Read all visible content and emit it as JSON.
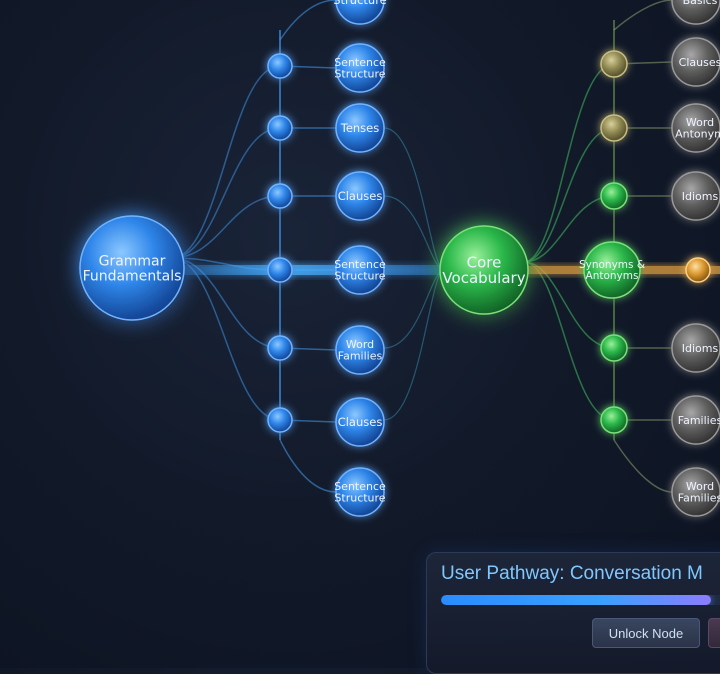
{
  "colors": {
    "blue": "#3b8cf0",
    "green": "#2fbf4f",
    "olive": "#a39a5c",
    "gray": "#6c6c6c",
    "amber": "#e0a040"
  },
  "graph": {
    "hubs": [
      {
        "id": "grammar",
        "label": [
          "Grammar",
          "Fundamentals"
        ],
        "color": "blue"
      },
      {
        "id": "vocab",
        "label": [
          "Core",
          "Vocabulary"
        ],
        "color": "green"
      }
    ],
    "grammar_branches": [
      {
        "label": [
          "Structure"
        ]
      },
      {
        "label": [
          "Sentence",
          "Structure"
        ]
      },
      {
        "label": [
          "Tenses"
        ]
      },
      {
        "label": [
          "Clauses"
        ]
      },
      {
        "label": [
          "Sentence",
          "Structure"
        ]
      },
      {
        "label": [
          "Word",
          "Families"
        ]
      },
      {
        "label": [
          "Clauses"
        ]
      },
      {
        "label": [
          "Sentence",
          "Structure"
        ]
      }
    ],
    "vocab_center": {
      "label": [
        "Synonyms &",
        "Antonyms"
      ]
    },
    "vocab_branches": [
      {
        "label": [
          "Basics"
        ],
        "junction": "olive"
      },
      {
        "label": [
          "Clauses"
        ],
        "junction": "olive"
      },
      {
        "label": [
          "Word",
          "Antonym"
        ],
        "junction": "olive"
      },
      {
        "label": [
          "Idioms"
        ],
        "junction": "green"
      },
      {
        "label": [
          "Idioms"
        ],
        "junction": "green"
      },
      {
        "label": [
          "Families"
        ],
        "junction": "green"
      },
      {
        "label": [
          "Word",
          "Families"
        ],
        "junction": "green"
      }
    ]
  },
  "panel": {
    "title": "User Pathway: Conversation M",
    "progress": 0.9,
    "unlock_label": "Unlock Node"
  }
}
